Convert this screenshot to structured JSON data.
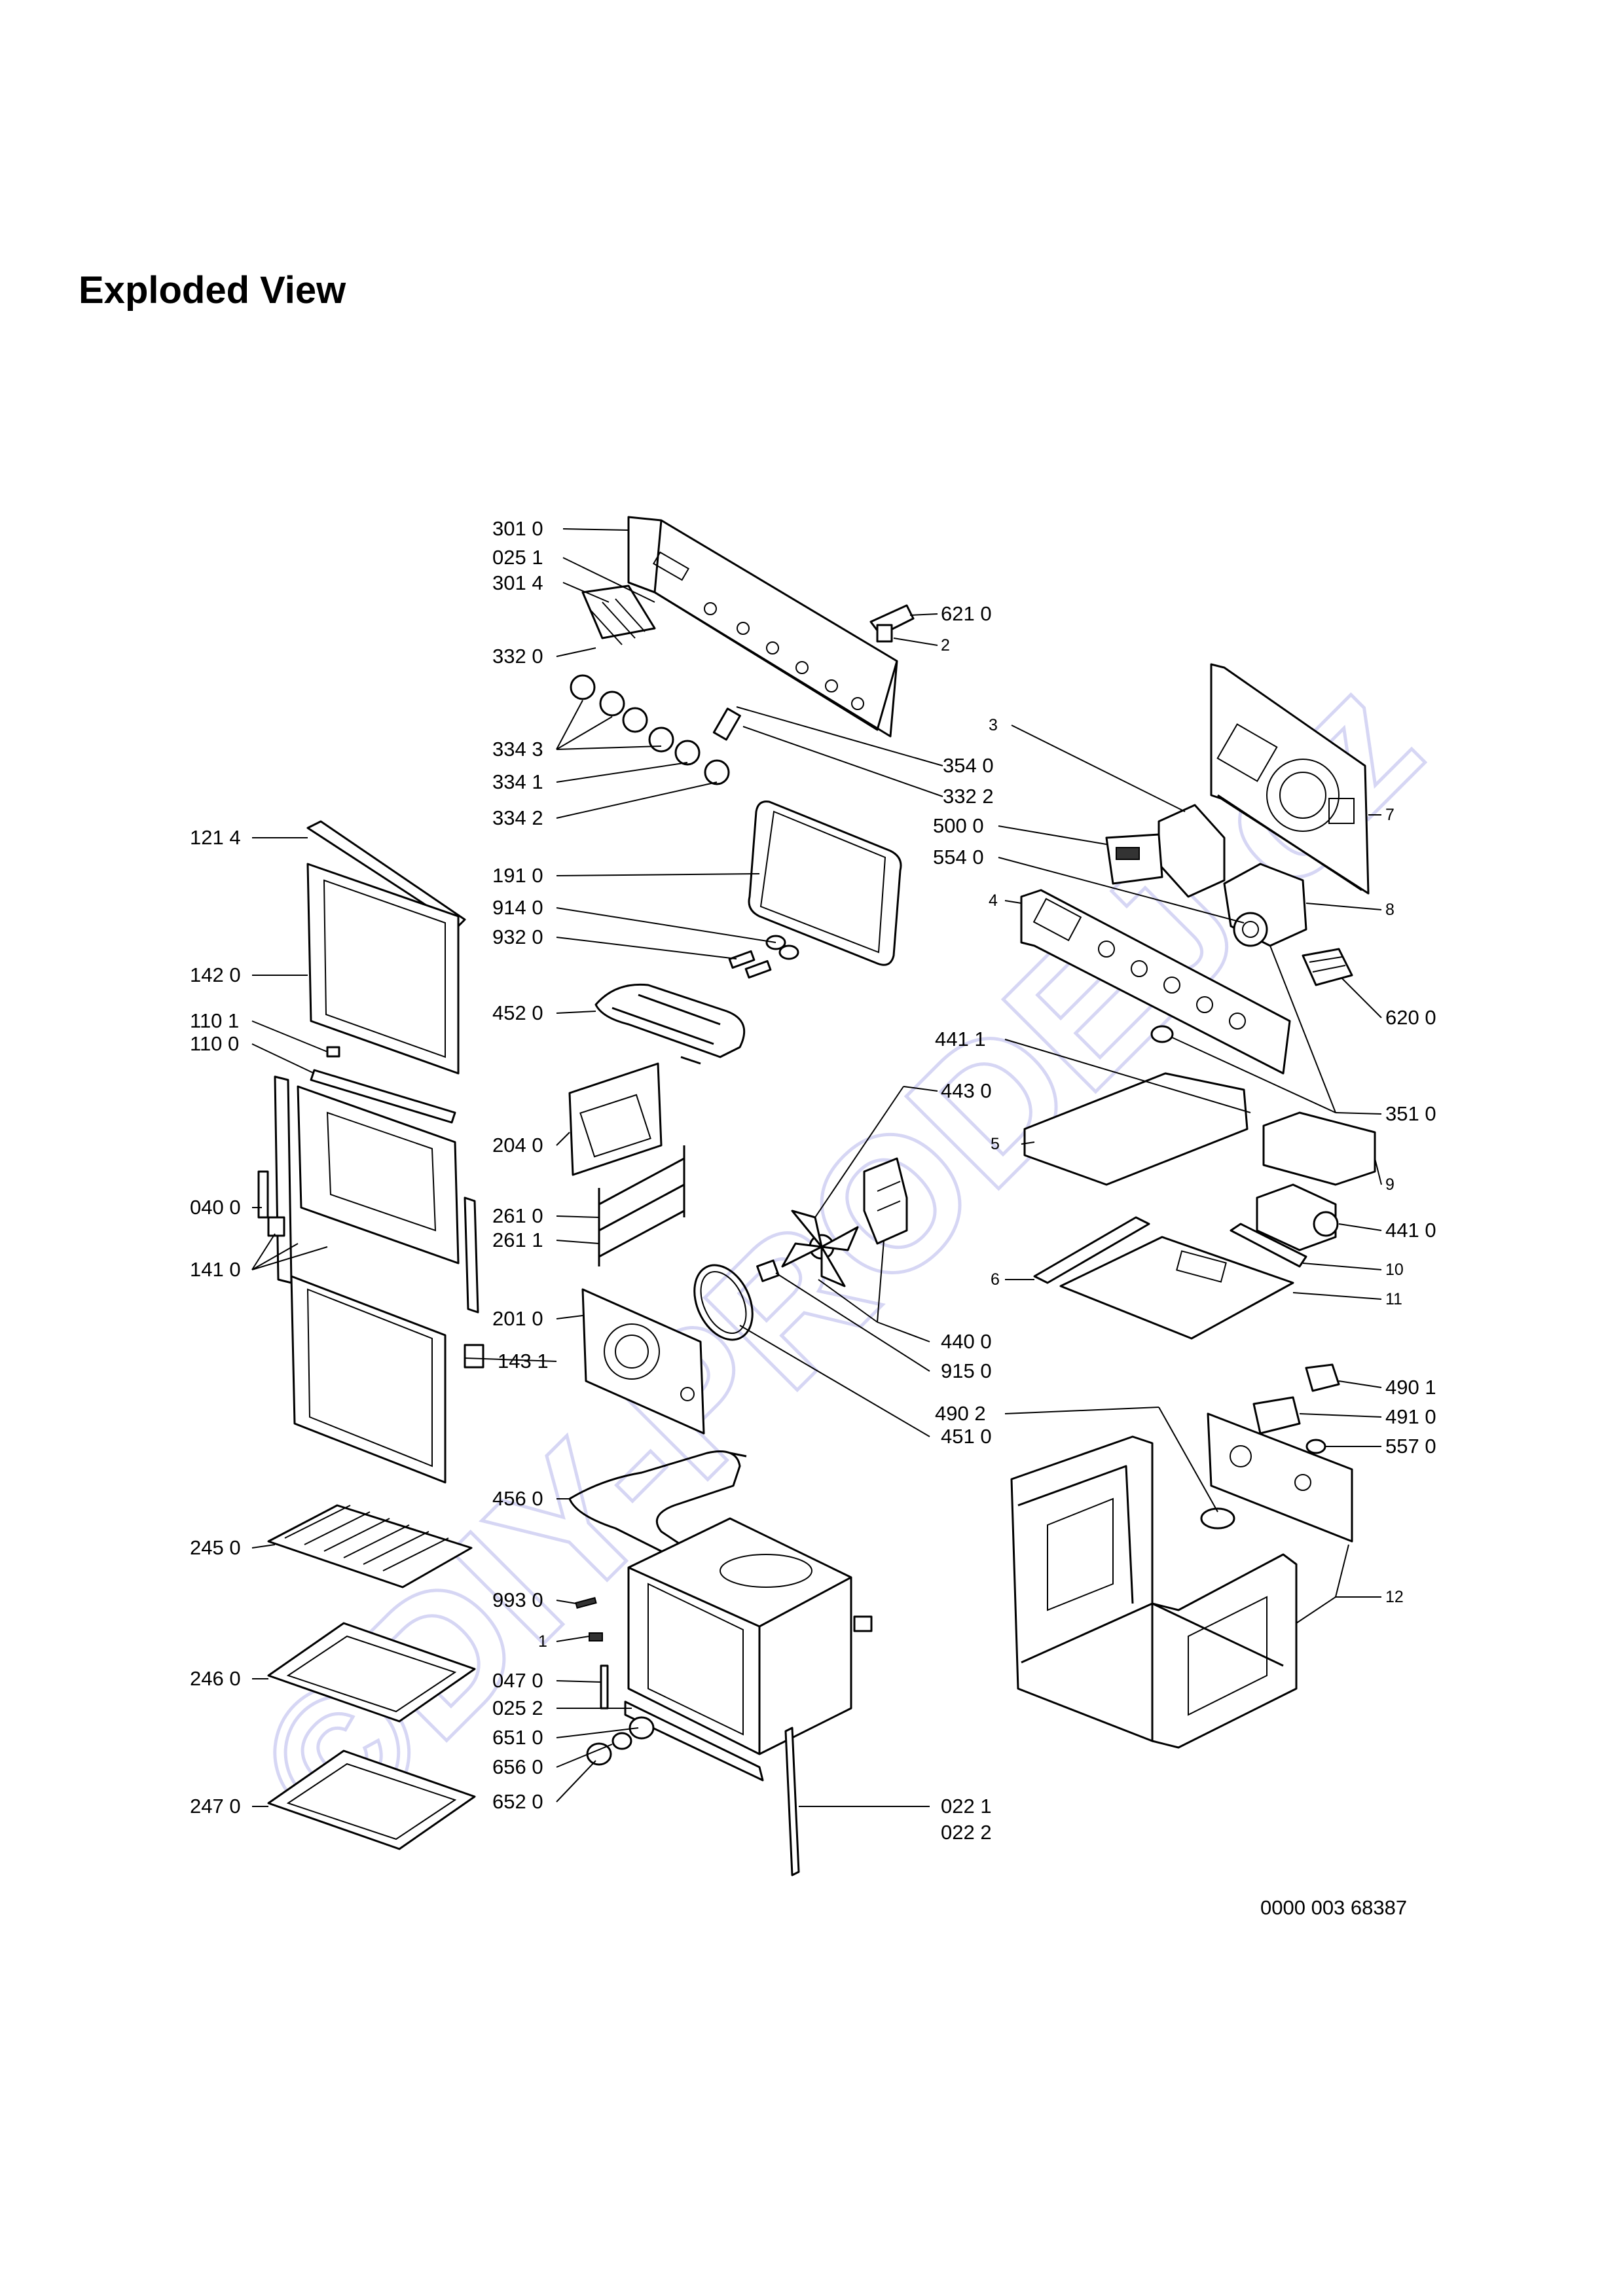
{
  "page": {
    "title": "Exploded View",
    "document_code": "0000 003 68387",
    "watermark": "©DIY-PRODEJ.cz"
  },
  "colors": {
    "line": "#000000",
    "watermark": "#d6d6f4",
    "background": "#ffffff"
  },
  "callouts": [
    {
      "id": "c3010",
      "text": "301 0"
    },
    {
      "id": "c0251",
      "text": "025 1"
    },
    {
      "id": "c3014",
      "text": "301 4"
    },
    {
      "id": "c3320",
      "text": "332 0"
    },
    {
      "id": "c6210",
      "text": "621 0"
    },
    {
      "id": "c2",
      "text": "2"
    },
    {
      "id": "c3343",
      "text": "334 3"
    },
    {
      "id": "c3341",
      "text": "334 1"
    },
    {
      "id": "c3342",
      "text": "334 2"
    },
    {
      "id": "c3540",
      "text": "354 0"
    },
    {
      "id": "c3322",
      "text": "332 2"
    },
    {
      "id": "c3",
      "text": "3"
    },
    {
      "id": "c7",
      "text": "7"
    },
    {
      "id": "c5000",
      "text": "500 0"
    },
    {
      "id": "c5540",
      "text": "554 0"
    },
    {
      "id": "c4",
      "text": "4"
    },
    {
      "id": "c8",
      "text": "8"
    },
    {
      "id": "c6200",
      "text": "620 0"
    },
    {
      "id": "c4411",
      "text": "441 1"
    },
    {
      "id": "c3510",
      "text": "351 0"
    },
    {
      "id": "c1214",
      "text": "121 4"
    },
    {
      "id": "c1910",
      "text": "191 0"
    },
    {
      "id": "c9140",
      "text": "914 0"
    },
    {
      "id": "c9320",
      "text": "932 0"
    },
    {
      "id": "c1420",
      "text": "142 0"
    },
    {
      "id": "c4520",
      "text": "452 0"
    },
    {
      "id": "c1101",
      "text": "110 1"
    },
    {
      "id": "c1100",
      "text": "110 0"
    },
    {
      "id": "c4430",
      "text": "443 0"
    },
    {
      "id": "c2040",
      "text": "204 0"
    },
    {
      "id": "c5",
      "text": "5"
    },
    {
      "id": "c9",
      "text": "9"
    },
    {
      "id": "c0400",
      "text": "040 0"
    },
    {
      "id": "c2610",
      "text": "261 0"
    },
    {
      "id": "c2611",
      "text": "261 1"
    },
    {
      "id": "c4410",
      "text": "441 0"
    },
    {
      "id": "c1410",
      "text": "141 0"
    },
    {
      "id": "c10",
      "text": "10"
    },
    {
      "id": "c6",
      "text": "6"
    },
    {
      "id": "c11",
      "text": "11"
    },
    {
      "id": "c2010",
      "text": "201 0"
    },
    {
      "id": "c4400",
      "text": "440 0"
    },
    {
      "id": "c1431",
      "text": "143 1"
    },
    {
      "id": "c9150",
      "text": "915 0"
    },
    {
      "id": "c4901",
      "text": "490 1"
    },
    {
      "id": "c4902",
      "text": "490 2"
    },
    {
      "id": "c4910",
      "text": "491 0"
    },
    {
      "id": "c4510",
      "text": "451 0"
    },
    {
      "id": "c5570",
      "text": "557 0"
    },
    {
      "id": "c4560",
      "text": "456 0"
    },
    {
      "id": "c2450",
      "text": "245 0"
    },
    {
      "id": "c12",
      "text": "12"
    },
    {
      "id": "c9930",
      "text": "993 0"
    },
    {
      "id": "c1",
      "text": "1"
    },
    {
      "id": "c2460",
      "text": "246 0"
    },
    {
      "id": "c0470",
      "text": "047 0"
    },
    {
      "id": "c0252",
      "text": "025 2"
    },
    {
      "id": "c6510",
      "text": "651 0"
    },
    {
      "id": "c6560",
      "text": "656 0"
    },
    {
      "id": "c6520",
      "text": "652 0"
    },
    {
      "id": "c2470",
      "text": "247 0"
    },
    {
      "id": "c0221",
      "text": "022 1"
    },
    {
      "id": "c0222",
      "text": "022 2"
    }
  ]
}
